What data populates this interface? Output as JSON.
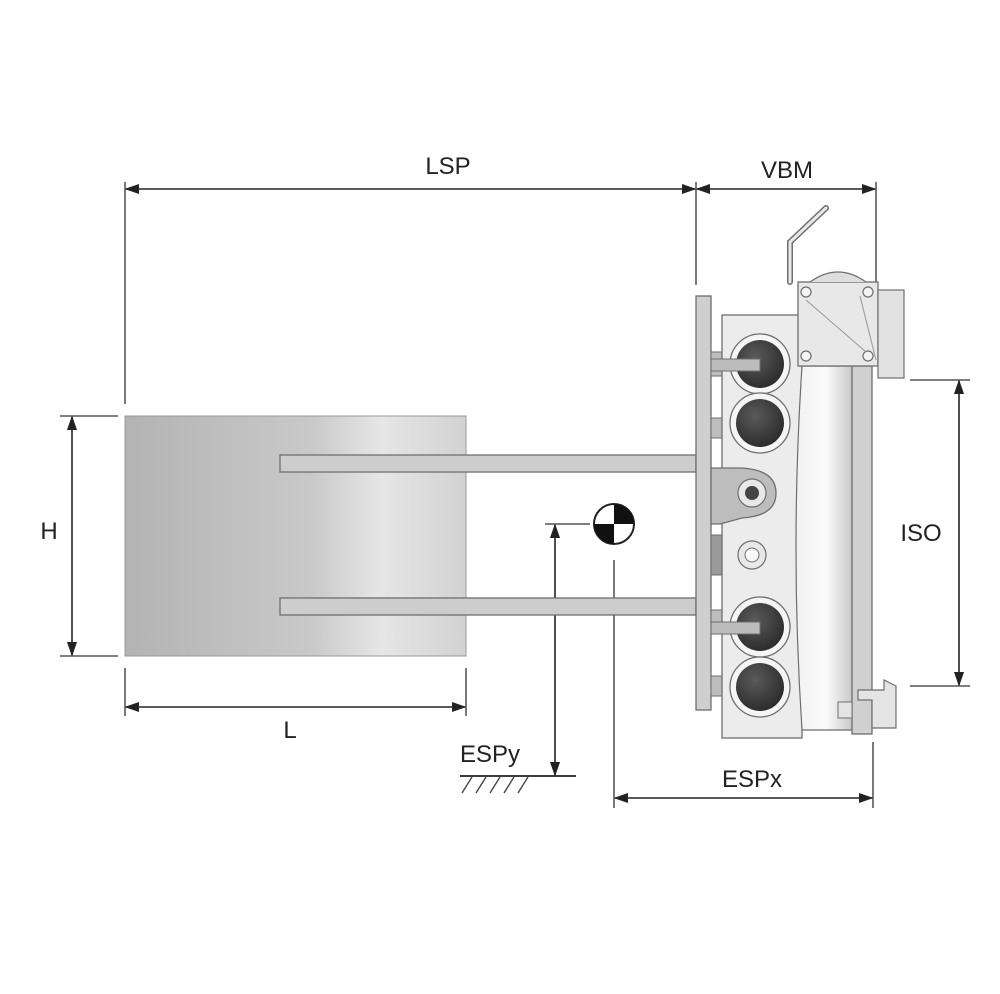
{
  "labels": {
    "lsp": "LSP",
    "vbm": "VBM",
    "h": "H",
    "l": "L",
    "iso": "ISO",
    "espy": "ESPy",
    "espx": "ESPx"
  },
  "colors": {
    "line": "#222222",
    "frame": "#c9c9c9",
    "frame_stroke": "#6e6e6e",
    "roller": "#3c3c3c",
    "load": "#b6b6b6"
  }
}
